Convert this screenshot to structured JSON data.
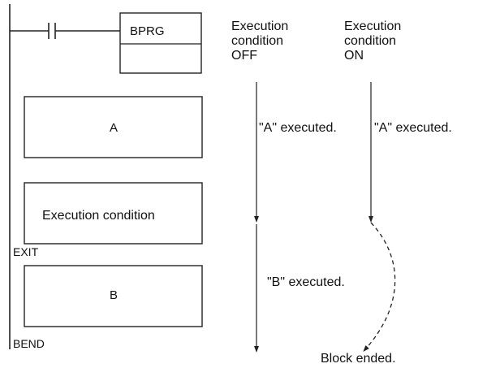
{
  "instruction": {
    "mnemonic": "BPRG"
  },
  "columns": {
    "off": {
      "line1": "Execution",
      "line2": "condition",
      "line3": "OFF"
    },
    "on": {
      "line1": "Execution",
      "line2": "condition",
      "line3": "ON"
    }
  },
  "blocks": {
    "a": "A",
    "condition": "Execution condition",
    "exit": "EXIT",
    "b": "B",
    "bend": "BEND"
  },
  "annotations": {
    "off_a": "\"A\" executed.",
    "on_a": "\"A\" executed.",
    "off_b": "\"B\" executed.",
    "block_ended": "Block ended."
  }
}
